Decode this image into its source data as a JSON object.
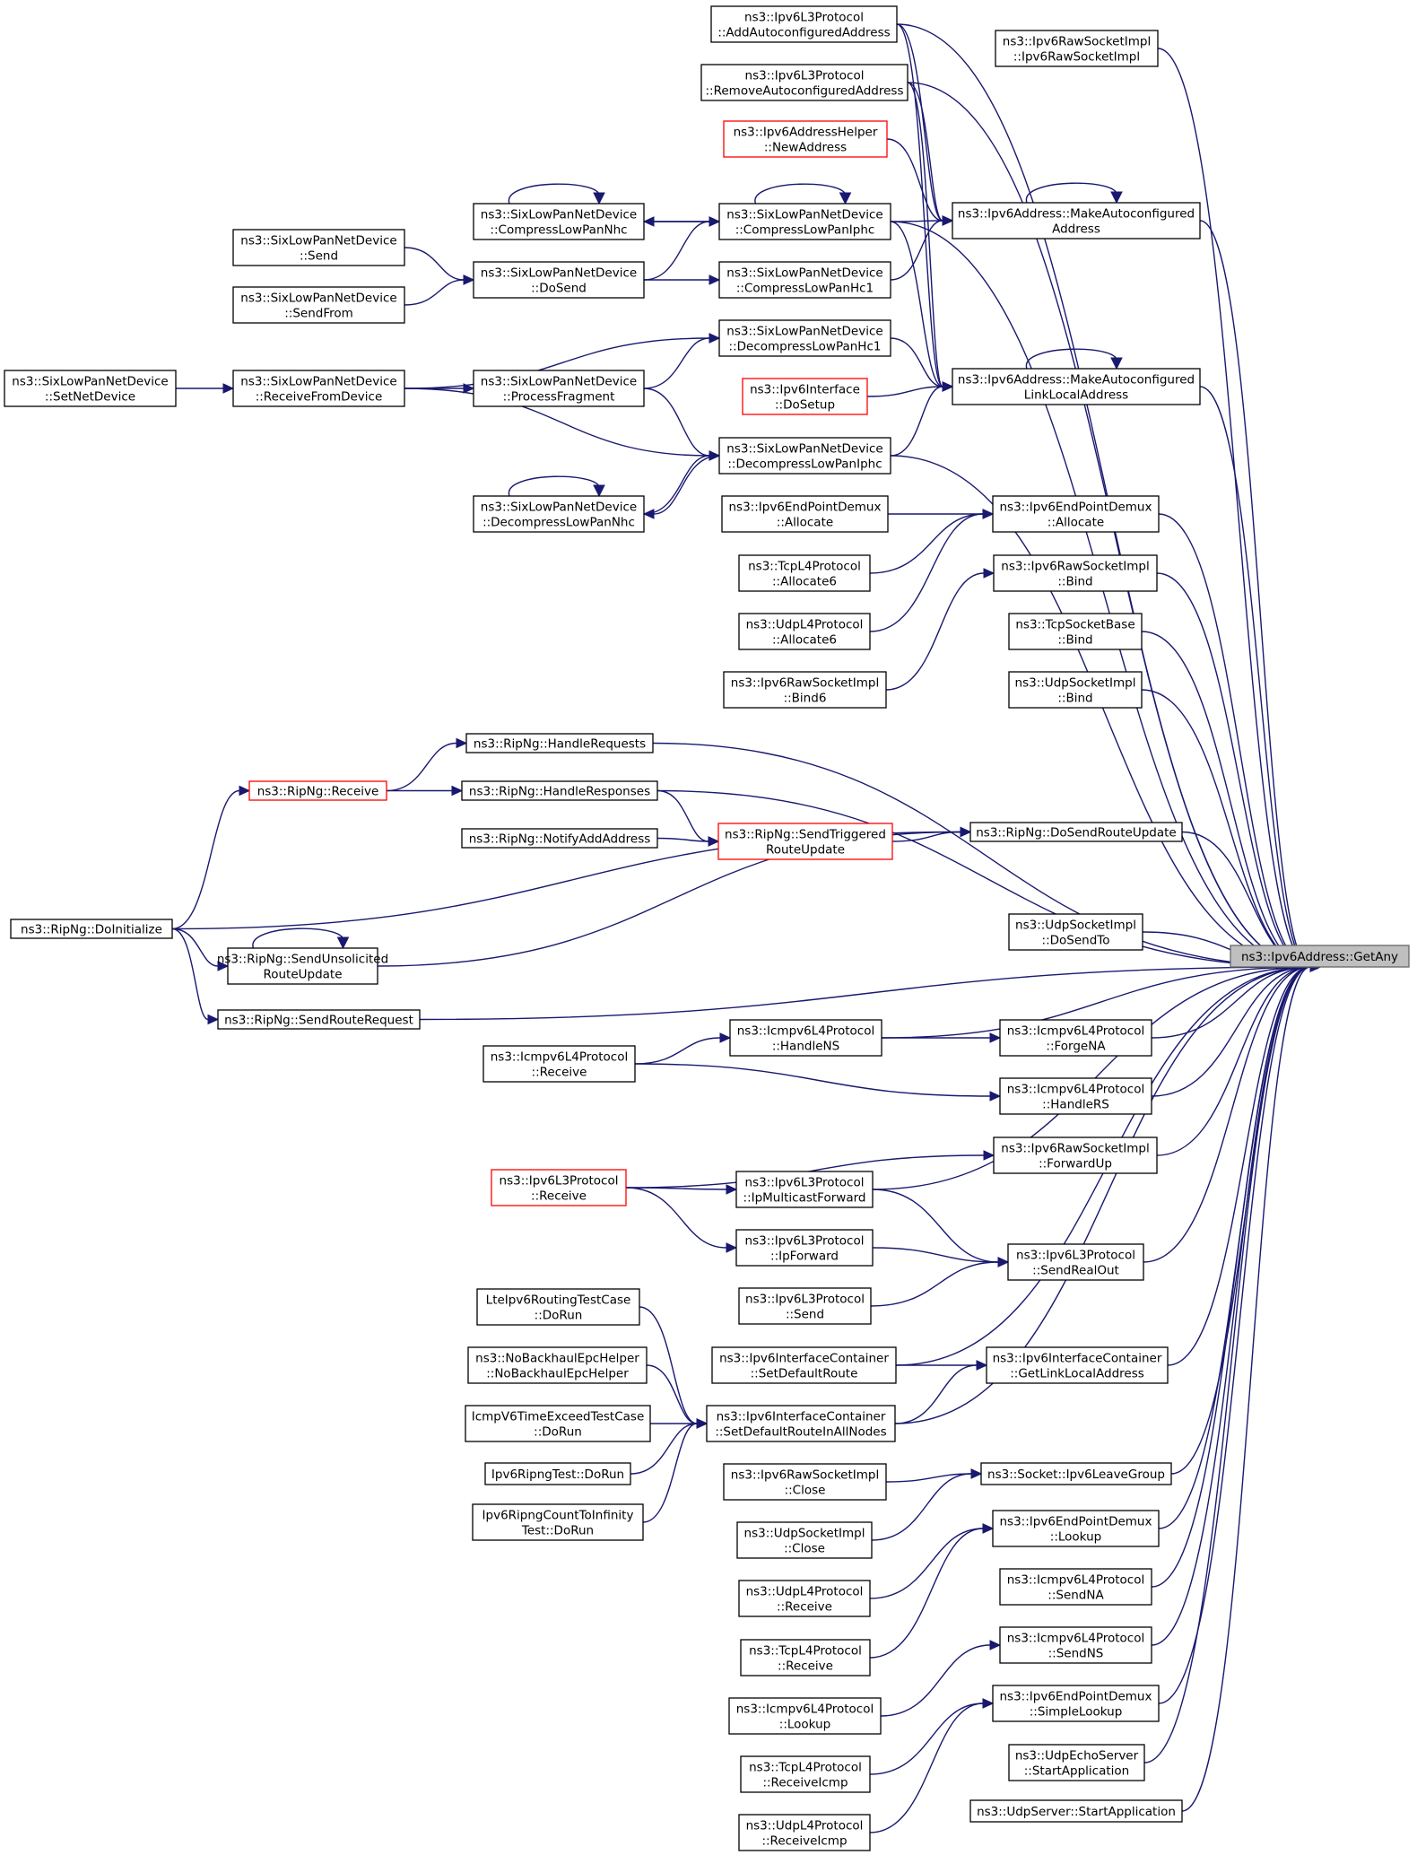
{
  "colors": {
    "edge": "#191970",
    "focus_fill": "#bfbfbf",
    "truncated_border": "#ff0000",
    "normal_border": "#000000"
  },
  "nodes": [
    {
      "id": "getany",
      "lines": [
        "ns3::Ipv6Address::GetAny"
      ],
      "style": "focus"
    },
    {
      "id": "ipv6rawsocketimpl_ctor",
      "lines": [
        "ns3::Ipv6RawSocketImpl",
        "::Ipv6RawSocketImpl"
      ]
    },
    {
      "id": "ipv6l3_addautoconf",
      "lines": [
        "ns3::Ipv6L3Protocol",
        "::AddAutoconfiguredAddress"
      ]
    },
    {
      "id": "ipv6l3_removeautoconf",
      "lines": [
        "ns3::Ipv6L3Protocol",
        "::RemoveAutoconfiguredAddress"
      ]
    },
    {
      "id": "ipv6addrhelper_newaddr",
      "lines": [
        "ns3::Ipv6AddressHelper",
        "::NewAddress"
      ],
      "style": "red"
    },
    {
      "id": "makeautoconf",
      "lines": [
        "ns3::Ipv6Address::MakeAutoconfigured",
        "Address"
      ]
    },
    {
      "id": "sixlowpan_compressnhc",
      "lines": [
        "ns3::SixLowPanNetDevice",
        "::CompressLowPanNhc"
      ]
    },
    {
      "id": "sixlowpan_compressiphc",
      "lines": [
        "ns3::SixLowPanNetDevice",
        "::CompressLowPanIphc"
      ]
    },
    {
      "id": "sixlowpan_send",
      "lines": [
        "ns3::SixLowPanNetDevice",
        "::Send"
      ]
    },
    {
      "id": "sixlowpan_dosend",
      "lines": [
        "ns3::SixLowPanNetDevice",
        "::DoSend"
      ]
    },
    {
      "id": "sixlowpan_compresshc1",
      "lines": [
        "ns3::SixLowPanNetDevice",
        "::CompressLowPanHc1"
      ]
    },
    {
      "id": "sixlowpan_sendfrom",
      "lines": [
        "ns3::SixLowPanNetDevice",
        "::SendFrom"
      ]
    },
    {
      "id": "sixlowpan_decompresshc1",
      "lines": [
        "ns3::SixLowPanNetDevice",
        "::DecompressLowPanHc1"
      ]
    },
    {
      "id": "makeautoconf_ll",
      "lines": [
        "ns3::Ipv6Address::MakeAutoconfigured",
        "LinkLocalAddress"
      ]
    },
    {
      "id": "sixlowpan_setnetdevice",
      "lines": [
        "ns3::SixLowPanNetDevice",
        "::SetNetDevice"
      ]
    },
    {
      "id": "sixlowpan_receivefromdevice",
      "lines": [
        "ns3::SixLowPanNetDevice",
        "::ReceiveFromDevice"
      ]
    },
    {
      "id": "sixlowpan_processfragment",
      "lines": [
        "ns3::SixLowPanNetDevice",
        "::ProcessFragment"
      ]
    },
    {
      "id": "ipv6interface_dosetup",
      "lines": [
        "ns3::Ipv6Interface",
        "::DoSetup"
      ],
      "style": "red"
    },
    {
      "id": "sixlowpan_decompressiphc",
      "lines": [
        "ns3::SixLowPanNetDevice",
        "::DecompressLowPanIphc"
      ]
    },
    {
      "id": "sixlowpan_decompressnhc",
      "lines": [
        "ns3::SixLowPanNetDevice",
        "::DecompressLowPanNhc"
      ]
    },
    {
      "id": "ipv6epdemux_allocate_l",
      "lines": [
        "ns3::Ipv6EndPointDemux",
        "::Allocate"
      ]
    },
    {
      "id": "ipv6epdemux_allocate_r",
      "lines": [
        "ns3::Ipv6EndPointDemux",
        "::Allocate"
      ]
    },
    {
      "id": "tcpl4_allocate6",
      "lines": [
        "ns3::TcpL4Protocol",
        "::Allocate6"
      ]
    },
    {
      "id": "ipv6rawsocketimpl_bind",
      "lines": [
        "ns3::Ipv6RawSocketImpl",
        "::Bind"
      ]
    },
    {
      "id": "udpl4_allocate6",
      "lines": [
        "ns3::UdpL4Protocol",
        "::Allocate6"
      ]
    },
    {
      "id": "tcpsocketbase_bind",
      "lines": [
        "ns3::TcpSocketBase",
        "::Bind"
      ]
    },
    {
      "id": "ipv6rawsocketimpl_bind6",
      "lines": [
        "ns3::Ipv6RawSocketImpl",
        "::Bind6"
      ]
    },
    {
      "id": "udpsocketimpl_bind",
      "lines": [
        "ns3::UdpSocketImpl",
        "::Bind"
      ]
    },
    {
      "id": "ripng_handlerequests",
      "lines": [
        "ns3::RipNg::HandleRequests"
      ]
    },
    {
      "id": "ripng_receive",
      "lines": [
        "ns3::RipNg::Receive"
      ],
      "style": "red"
    },
    {
      "id": "ripng_handleresponses",
      "lines": [
        "ns3::RipNg::HandleResponses"
      ]
    },
    {
      "id": "ripng_dosendrouteupdate",
      "lines": [
        "ns3::RipNg::DoSendRouteUpdate"
      ]
    },
    {
      "id": "ripng_notifyaddaddress",
      "lines": [
        "ns3::RipNg::NotifyAddAddress"
      ]
    },
    {
      "id": "ripng_sendtriggered",
      "lines": [
        "ns3::RipNg::SendTriggered",
        "RouteUpdate"
      ],
      "style": "red"
    },
    {
      "id": "ripng_doinitialize",
      "lines": [
        "ns3::RipNg::DoInitialize"
      ]
    },
    {
      "id": "udpsocketimpl_dosendto",
      "lines": [
        "ns3::UdpSocketImpl",
        "::DoSendTo"
      ]
    },
    {
      "id": "ripng_sendunsolicited",
      "lines": [
        "ns3::RipNg::SendUnsolicited",
        "RouteUpdate"
      ]
    },
    {
      "id": "ripng_sendrouterequest",
      "lines": [
        "ns3::RipNg::SendRouteRequest"
      ]
    },
    {
      "id": "icmpv6l4_handlens",
      "lines": [
        "ns3::Icmpv6L4Protocol",
        "::HandleNS"
      ]
    },
    {
      "id": "icmpv6l4_forgena",
      "lines": [
        "ns3::Icmpv6L4Protocol",
        "::ForgeNA"
      ]
    },
    {
      "id": "icmpv6l4_receive",
      "lines": [
        "ns3::Icmpv6L4Protocol",
        "::Receive"
      ]
    },
    {
      "id": "icmpv6l4_handlers",
      "lines": [
        "ns3::Icmpv6L4Protocol",
        "::HandleRS"
      ]
    },
    {
      "id": "ipv6rawsocketimpl_forwardup",
      "lines": [
        "ns3::Ipv6RawSocketImpl",
        "::ForwardUp"
      ]
    },
    {
      "id": "ipv6l3_receive",
      "lines": [
        "ns3::Ipv6L3Protocol",
        "::Receive"
      ],
      "style": "red"
    },
    {
      "id": "ipv6l3_ipmulticastforward",
      "lines": [
        "ns3::Ipv6L3Protocol",
        "::IpMulticastForward"
      ]
    },
    {
      "id": "ipv6l3_ipforward",
      "lines": [
        "ns3::Ipv6L3Protocol",
        "::IpForward"
      ]
    },
    {
      "id": "ipv6l3_sendrealout",
      "lines": [
        "ns3::Ipv6L3Protocol",
        "::SendRealOut"
      ]
    },
    {
      "id": "lteipv6routingtest",
      "lines": [
        "LteIpv6RoutingTestCase",
        "::DoRun"
      ]
    },
    {
      "id": "ipv6l3_send",
      "lines": [
        "ns3::Ipv6L3Protocol",
        "::Send"
      ]
    },
    {
      "id": "nobackhaulepchelper",
      "lines": [
        "ns3::NoBackhaulEpcHelper",
        "::NoBackhaulEpcHelper"
      ]
    },
    {
      "id": "ipv6ifcontainer_setdefaultroute",
      "lines": [
        "ns3::Ipv6InterfaceContainer",
        "::SetDefaultRoute"
      ]
    },
    {
      "id": "ipv6ifcontainer_getlinklocal",
      "lines": [
        "ns3::Ipv6InterfaceContainer",
        "::GetLinkLocalAddress"
      ]
    },
    {
      "id": "icmpv6timeexceed",
      "lines": [
        "IcmpV6TimeExceedTestCase",
        "::DoRun"
      ]
    },
    {
      "id": "ipv6ifcontainer_setdefaultrouteall",
      "lines": [
        "ns3::Ipv6InterfaceContainer",
        "::SetDefaultRouteInAllNodes"
      ]
    },
    {
      "id": "ipv6ripngtest",
      "lines": [
        "Ipv6RipngTest::DoRun"
      ]
    },
    {
      "id": "ipv6rawsocketimpl_close",
      "lines": [
        "ns3::Ipv6RawSocketImpl",
        "::Close"
      ]
    },
    {
      "id": "socket_ipv6leavegroup",
      "lines": [
        "ns3::Socket::Ipv6LeaveGroup"
      ]
    },
    {
      "id": "ipv6ripngcounttoinfinity",
      "lines": [
        "Ipv6RipngCountToInfinity",
        "Test::DoRun"
      ]
    },
    {
      "id": "udpsocketimpl_close",
      "lines": [
        "ns3::UdpSocketImpl",
        "::Close"
      ]
    },
    {
      "id": "ipv6epdemux_lookup",
      "lines": [
        "ns3::Ipv6EndPointDemux",
        "::Lookup"
      ]
    },
    {
      "id": "udpl4_receive",
      "lines": [
        "ns3::UdpL4Protocol",
        "::Receive"
      ]
    },
    {
      "id": "icmpv6l4_sendna",
      "lines": [
        "ns3::Icmpv6L4Protocol",
        "::SendNA"
      ]
    },
    {
      "id": "tcpl4_receive",
      "lines": [
        "ns3::TcpL4Protocol",
        "::Receive"
      ]
    },
    {
      "id": "icmpv6l4_sendns",
      "lines": [
        "ns3::Icmpv6L4Protocol",
        "::SendNS"
      ]
    },
    {
      "id": "icmpv6l4_lookup",
      "lines": [
        "ns3::Icmpv6L4Protocol",
        "::Lookup"
      ]
    },
    {
      "id": "ipv6epdemux_simplelookup",
      "lines": [
        "ns3::Ipv6EndPointDemux",
        "::SimpleLookup"
      ]
    },
    {
      "id": "tcpl4_receiveicmp",
      "lines": [
        "ns3::TcpL4Protocol",
        "::ReceiveIcmp"
      ]
    },
    {
      "id": "udpechoserver_start",
      "lines": [
        "ns3::UdpEchoServer",
        "::StartApplication"
      ]
    },
    {
      "id": "udpl4_receiveicmp",
      "lines": [
        "ns3::UdpL4Protocol",
        "::ReceiveIcmp"
      ]
    },
    {
      "id": "udpserver_start",
      "lines": [
        "ns3::UdpServer::StartApplication"
      ]
    }
  ],
  "edges": [
    [
      "ipv6rawsocketimpl_ctor",
      "getany"
    ],
    [
      "ipv6l3_addautoconf",
      "getany"
    ],
    [
      "ipv6l3_removeautoconf",
      "getany"
    ],
    [
      "makeautoconf",
      "getany"
    ],
    [
      "sixlowpan_compressiphc",
      "getany"
    ],
    [
      "makeautoconf_ll",
      "getany"
    ],
    [
      "sixlowpan_decompressiphc",
      "getany"
    ],
    [
      "ipv6epdemux_allocate_r",
      "getany"
    ],
    [
      "ipv6rawsocketimpl_bind",
      "getany"
    ],
    [
      "tcpsocketbase_bind",
      "getany"
    ],
    [
      "udpsocketimpl_bind",
      "getany"
    ],
    [
      "ripng_handlerequests",
      "getany"
    ],
    [
      "ripng_handleresponses",
      "getany"
    ],
    [
      "ripng_dosendrouteupdate",
      "getany"
    ],
    [
      "udpsocketimpl_dosendto",
      "getany"
    ],
    [
      "ripng_sendrouterequest",
      "getany"
    ],
    [
      "icmpv6l4_handlens",
      "getany"
    ],
    [
      "icmpv6l4_forgena",
      "getany"
    ],
    [
      "icmpv6l4_handlers",
      "getany"
    ],
    [
      "ipv6rawsocketimpl_forwardup",
      "getany"
    ],
    [
      "ipv6l3_ipmulticastforward",
      "getany"
    ],
    [
      "ipv6l3_sendrealout",
      "getany"
    ],
    [
      "ipv6ifcontainer_setdefaultroute",
      "getany"
    ],
    [
      "ipv6ifcontainer_getlinklocal",
      "getany"
    ],
    [
      "ipv6ifcontainer_setdefaultrouteall",
      "getany"
    ],
    [
      "socket_ipv6leavegroup",
      "getany"
    ],
    [
      "ipv6epdemux_lookup",
      "getany"
    ],
    [
      "icmpv6l4_sendna",
      "getany"
    ],
    [
      "icmpv6l4_sendns",
      "getany"
    ],
    [
      "ipv6epdemux_simplelookup",
      "getany"
    ],
    [
      "udpechoserver_start",
      "getany"
    ],
    [
      "udpserver_start",
      "getany"
    ],
    [
      "ipv6l3_addautoconf",
      "makeautoconf"
    ],
    [
      "ipv6l3_removeautoconf",
      "makeautoconf"
    ],
    [
      "ipv6addrhelper_newaddr",
      "makeautoconf"
    ],
    [
      "sixlowpan_compressiphc",
      "makeautoconf"
    ],
    [
      "sixlowpan_compresshc1",
      "makeautoconf"
    ],
    [
      "makeautoconf",
      "makeautoconf"
    ],
    [
      "sixlowpan_compressiphc",
      "sixlowpan_compressnhc"
    ],
    [
      "sixlowpan_compressnhc",
      "sixlowpan_compressiphc"
    ],
    [
      "sixlowpan_compressnhc",
      "sixlowpan_compressnhc"
    ],
    [
      "sixlowpan_compressiphc",
      "sixlowpan_compressiphc"
    ],
    [
      "sixlowpan_send",
      "sixlowpan_dosend"
    ],
    [
      "sixlowpan_sendfrom",
      "sixlowpan_dosend"
    ],
    [
      "sixlowpan_dosend",
      "sixlowpan_compressiphc"
    ],
    [
      "sixlowpan_dosend",
      "sixlowpan_compresshc1"
    ],
    [
      "ipv6l3_addautoconf",
      "makeautoconf_ll"
    ],
    [
      "ipv6l3_removeautoconf",
      "makeautoconf_ll"
    ],
    [
      "sixlowpan_compressiphc",
      "makeautoconf_ll"
    ],
    [
      "sixlowpan_decompresshc1",
      "makeautoconf_ll"
    ],
    [
      "ipv6interface_dosetup",
      "makeautoconf_ll"
    ],
    [
      "sixlowpan_decompressiphc",
      "makeautoconf_ll"
    ],
    [
      "makeautoconf_ll",
      "makeautoconf_ll"
    ],
    [
      "sixlowpan_setnetdevice",
      "sixlowpan_receivefromdevice"
    ],
    [
      "sixlowpan_receivefromdevice",
      "sixlowpan_processfragment"
    ],
    [
      "sixlowpan_receivefromdevice",
      "sixlowpan_decompresshc1"
    ],
    [
      "sixlowpan_receivefromdevice",
      "sixlowpan_decompressiphc"
    ],
    [
      "sixlowpan_processfragment",
      "sixlowpan_decompresshc1"
    ],
    [
      "sixlowpan_processfragment",
      "sixlowpan_decompressiphc"
    ],
    [
      "sixlowpan_decompressiphc",
      "sixlowpan_decompressnhc"
    ],
    [
      "sixlowpan_decompressnhc",
      "sixlowpan_decompressiphc"
    ],
    [
      "sixlowpan_decompressnhc",
      "sixlowpan_decompressnhc"
    ],
    [
      "ipv6epdemux_allocate_l",
      "ipv6epdemux_allocate_r"
    ],
    [
      "tcpl4_allocate6",
      "ipv6epdemux_allocate_r"
    ],
    [
      "udpl4_allocate6",
      "ipv6epdemux_allocate_r"
    ],
    [
      "ipv6rawsocketimpl_bind6",
      "ipv6rawsocketimpl_bind"
    ],
    [
      "ripng_receive",
      "ripng_handlerequests"
    ],
    [
      "ripng_receive",
      "ripng_handleresponses"
    ],
    [
      "ripng_doinitialize",
      "ripng_receive"
    ],
    [
      "ripng_handleresponses",
      "ripng_sendtriggered"
    ],
    [
      "ripng_notifyaddaddress",
      "ripng_sendtriggered"
    ],
    [
      "ripng_sendtriggered",
      "ripng_dosendrouteupdate"
    ],
    [
      "ripng_doinitialize",
      "ripng_dosendrouteupdate"
    ],
    [
      "ripng_sendunsolicited",
      "ripng_dosendrouteupdate"
    ],
    [
      "ripng_doinitialize",
      "ripng_sendunsolicited"
    ],
    [
      "ripng_sendunsolicited",
      "ripng_sendunsolicited"
    ],
    [
      "ripng_doinitialize",
      "ripng_sendrouterequest"
    ],
    [
      "icmpv6l4_receive",
      "icmpv6l4_handlens"
    ],
    [
      "icmpv6l4_handlens",
      "icmpv6l4_forgena"
    ],
    [
      "icmpv6l4_receive",
      "icmpv6l4_handlers"
    ],
    [
      "ipv6l3_receive",
      "ipv6rawsocketimpl_forwardup"
    ],
    [
      "ipv6l3_receive",
      "ipv6l3_ipmulticastforward"
    ],
    [
      "ipv6l3_receive",
      "ipv6l3_ipforward"
    ],
    [
      "ipv6l3_ipmulticastforward",
      "ipv6l3_sendrealout"
    ],
    [
      "ipv6l3_ipforward",
      "ipv6l3_sendrealout"
    ],
    [
      "ipv6l3_send",
      "ipv6l3_sendrealout"
    ],
    [
      "lteipv6routingtest",
      "ipv6ifcontainer_setdefaultrouteall"
    ],
    [
      "nobackhaulepchelper",
      "ipv6ifcontainer_setdefaultrouteall"
    ],
    [
      "icmpv6timeexceed",
      "ipv6ifcontainer_setdefaultrouteall"
    ],
    [
      "ipv6ripngtest",
      "ipv6ifcontainer_setdefaultrouteall"
    ],
    [
      "ipv6ripngcounttoinfinity",
      "ipv6ifcontainer_setdefaultrouteall"
    ],
    [
      "ipv6ifcontainer_setdefaultroute",
      "ipv6ifcontainer_getlinklocal"
    ],
    [
      "ipv6ifcontainer_setdefaultrouteall",
      "ipv6ifcontainer_getlinklocal"
    ],
    [
      "ipv6rawsocketimpl_close",
      "socket_ipv6leavegroup"
    ],
    [
      "udpsocketimpl_close",
      "socket_ipv6leavegroup"
    ],
    [
      "udpl4_receive",
      "ipv6epdemux_lookup"
    ],
    [
      "tcpl4_receive",
      "ipv6epdemux_lookup"
    ],
    [
      "icmpv6l4_lookup",
      "icmpv6l4_sendns"
    ],
    [
      "tcpl4_receiveicmp",
      "ipv6epdemux_simplelookup"
    ],
    [
      "udpl4_receiveicmp",
      "ipv6epdemux_simplelookup"
    ]
  ]
}
